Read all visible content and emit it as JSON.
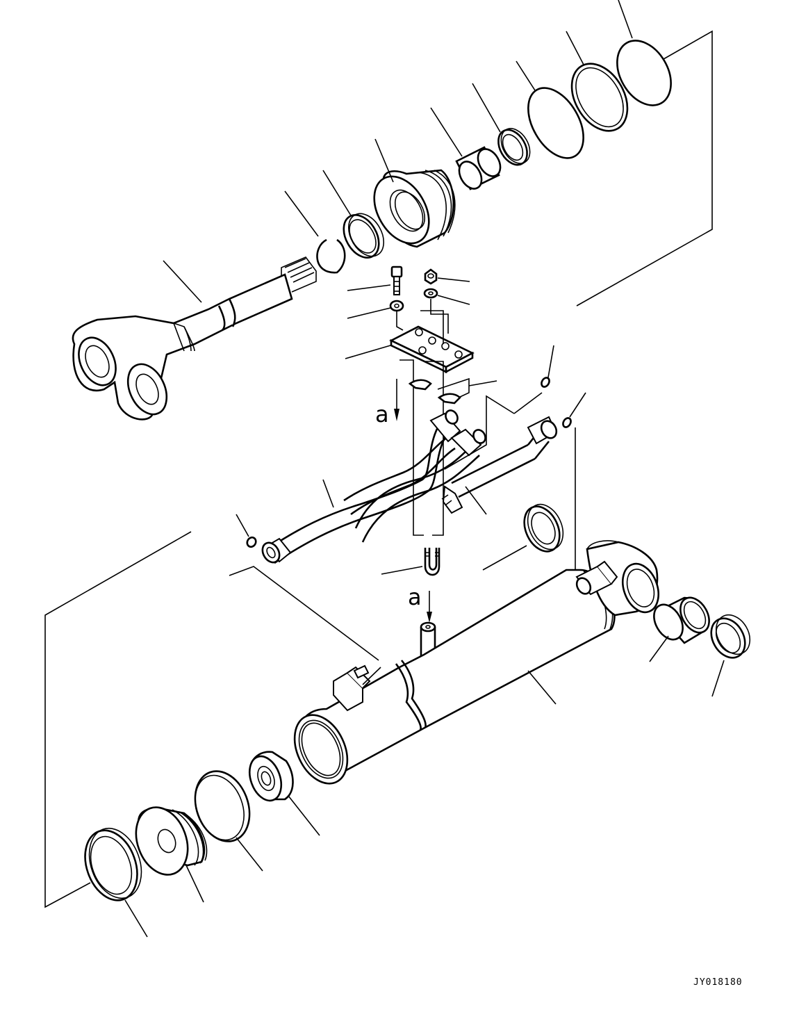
{
  "view_labels": {
    "view_a_top": "a",
    "view_a_bottom": "a"
  },
  "drawing_id": "JY018180"
}
